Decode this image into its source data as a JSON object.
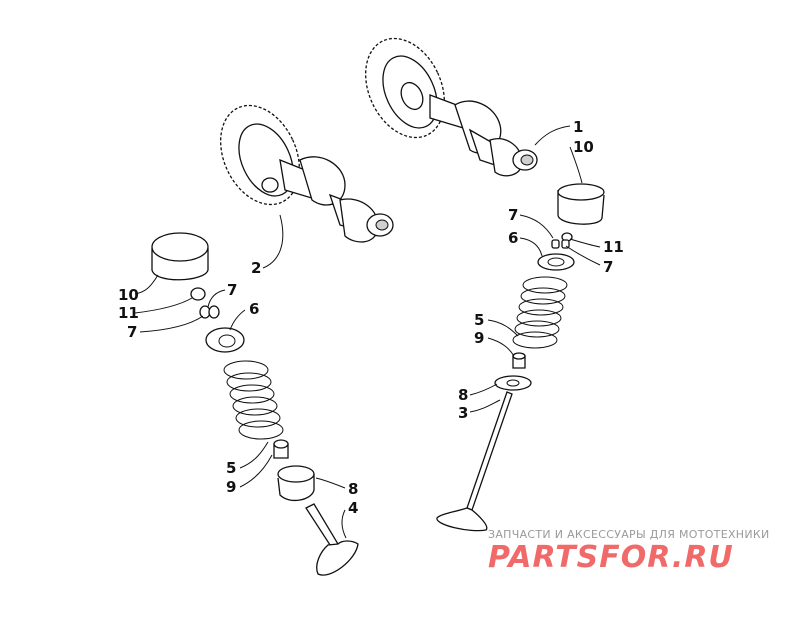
{
  "callouts": {
    "c1": "1",
    "c10a": "10",
    "c7a": "7",
    "c6a": "6",
    "c11a": "11",
    "c7b": "7",
    "c5a": "5",
    "c9a": "9",
    "c8a": "8",
    "c3": "3",
    "c2": "2",
    "c10b": "10",
    "c11b": "11",
    "c7c": "7",
    "c7d": "7",
    "c6b": "6",
    "c5b": "5",
    "c9b": "9",
    "c8b": "8",
    "c4": "4"
  },
  "watermark": {
    "tagline": "ЗАПЧАСТИ И АКСЕССУАРЫ ДЛЯ МОТОТЕХНИКИ",
    "logo": "PARTSFOR.RU"
  }
}
